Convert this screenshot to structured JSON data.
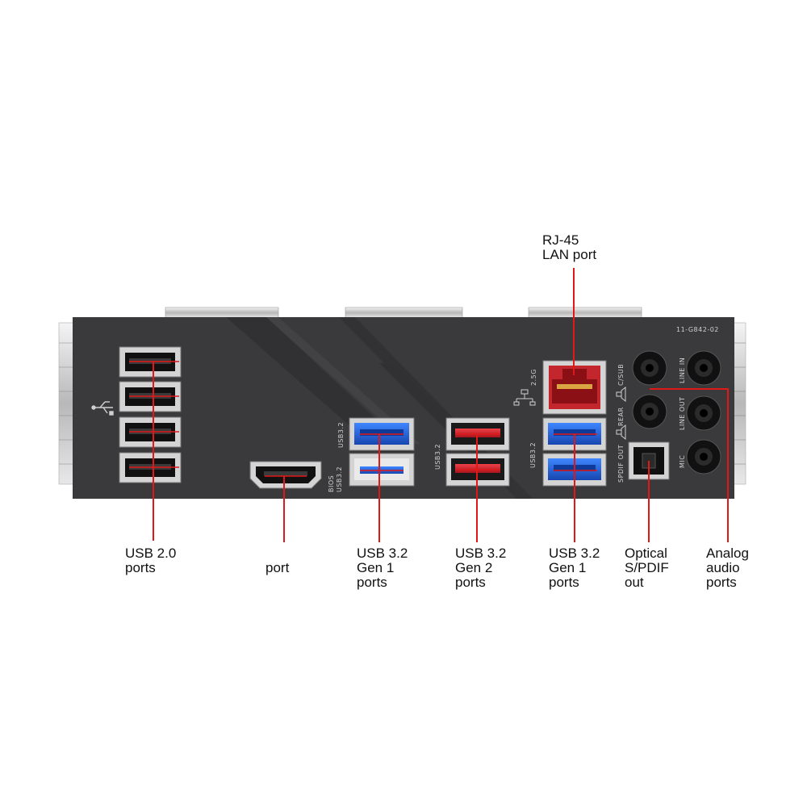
{
  "panel": {
    "model_code": "11-G842-02",
    "silkscreen": {
      "usb32_left": "USB3.2",
      "bios_line1": "BIOS",
      "bios_line2": "USB3.2",
      "usb32_mid": "USB3.2",
      "usb32_right": "USB3.2",
      "lan_speed": "2.5G",
      "csub": "C/SUB",
      "rear": "REAR",
      "spdif_out": "SPDIF OUT",
      "line_in": "LINE IN",
      "line_out": "LINE OUT",
      "mic": "MIC"
    }
  },
  "callouts": {
    "rj45": [
      "RJ-45",
      "LAN port"
    ],
    "usb20": [
      "USB 2.0",
      "ports"
    ],
    "video": [
      "port"
    ],
    "usb32_gen1_left": [
      "USB 3.2",
      "Gen 1",
      "ports"
    ],
    "usb32_gen2": [
      "USB 3.2",
      "Gen 2",
      "ports"
    ],
    "usb32_gen1_right": [
      "USB 3.2",
      "Gen 1",
      "ports"
    ],
    "spdif": [
      "Optical",
      "S/PDIF",
      "out"
    ],
    "audio": [
      "Analog",
      "audio",
      "ports"
    ]
  },
  "colors": {
    "panel": "#3a3a3c",
    "usb_blue": "#1f5fd6",
    "usb_red": "#d8242c",
    "leader": "#e01818"
  }
}
